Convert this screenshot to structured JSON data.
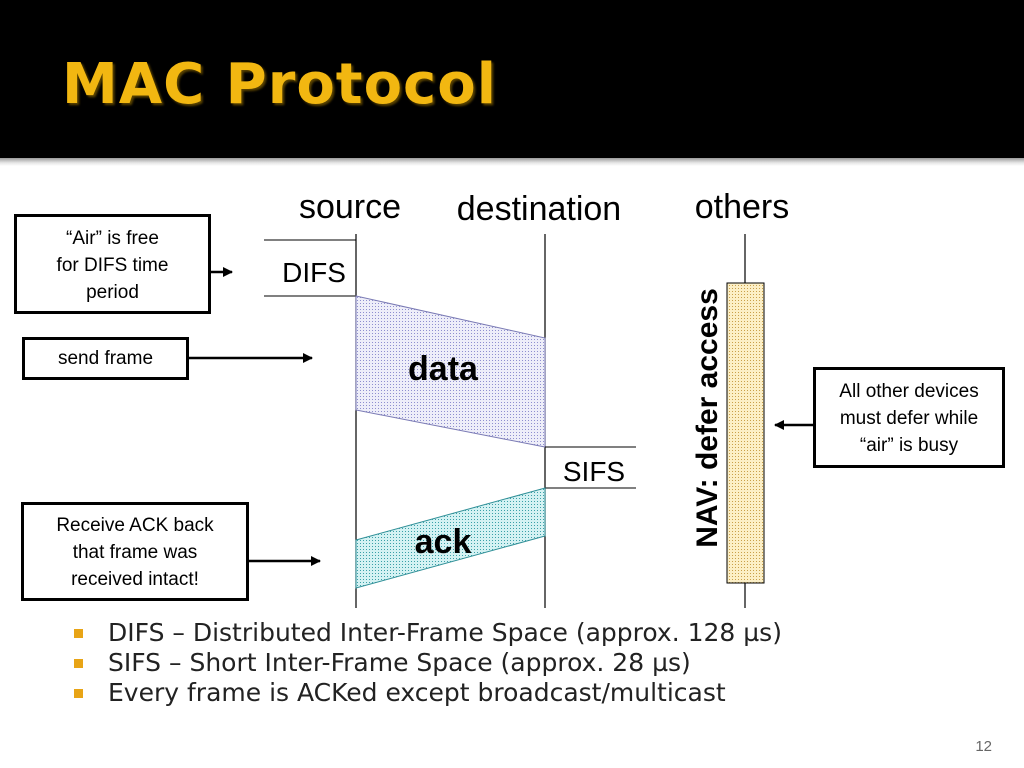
{
  "slide": {
    "title": "MAC Protocol",
    "page_number": "12"
  },
  "diagram": {
    "columns": {
      "source": "source",
      "destination": "destination",
      "others": "others"
    },
    "intervals": {
      "difs": "DIFS",
      "sifs": "SIFS"
    },
    "frames": {
      "data": "data",
      "ack": "ack"
    },
    "nav_label": "NAV: defer access",
    "notes": {
      "air_free": "“Air” is free\nfor DIFS  time\nperiod",
      "send_frame": "send frame",
      "receive_ack": "Receive ACK back\nthat frame was\nreceived intact!",
      "defer": "All other devices\nmust defer while\n“air” is busy"
    },
    "colors": {
      "data_fill": "#e8e8f8",
      "ack_fill": "#c8eef0",
      "nav_fill": "#fbe8b0",
      "title": "#f2b711",
      "bullet": "#e8a416"
    }
  },
  "bullets": [
    "DIFS – Distributed Inter-Frame Space (approx. 128 µs)",
    "SIFS – Short Inter-Frame Space (approx. 28 µs)",
    "Every frame is ACKed except broadcast/multicast"
  ]
}
